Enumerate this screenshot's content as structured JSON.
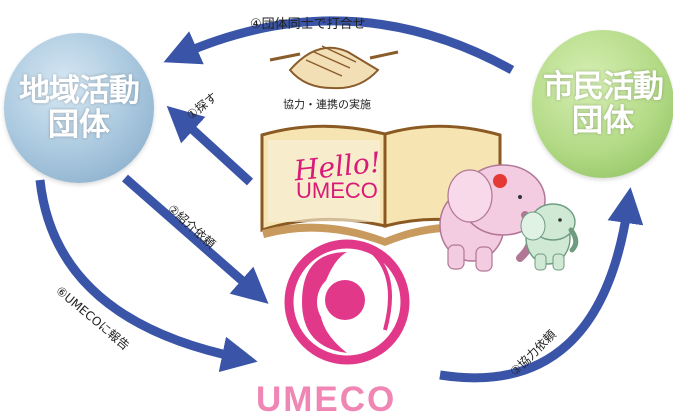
{
  "organizations": {
    "local": {
      "line1": "地域活動",
      "line2": "団体"
    },
    "citizen": {
      "line1": "市民活動",
      "line2": "団体"
    }
  },
  "steps": {
    "step4": "④団体同士で打合せ",
    "step1": "①探す",
    "step2": "②紹介依頼",
    "step3": "③協力依頼",
    "step6": "⑥UMECOに報告"
  },
  "cooperation_label": "協力・連携の実施",
  "book": {
    "title": "Hello!",
    "subtitle": "UMECO"
  },
  "logo_text": "UMECO",
  "colors": {
    "arrow": "#3a55a8",
    "local_circle": "#a7c6dd",
    "citizen_circle": "#b3da86",
    "brand_pink": "#e2388a",
    "elephant_pink": "#f4cce2",
    "elephant_green": "#cfe9d4"
  }
}
